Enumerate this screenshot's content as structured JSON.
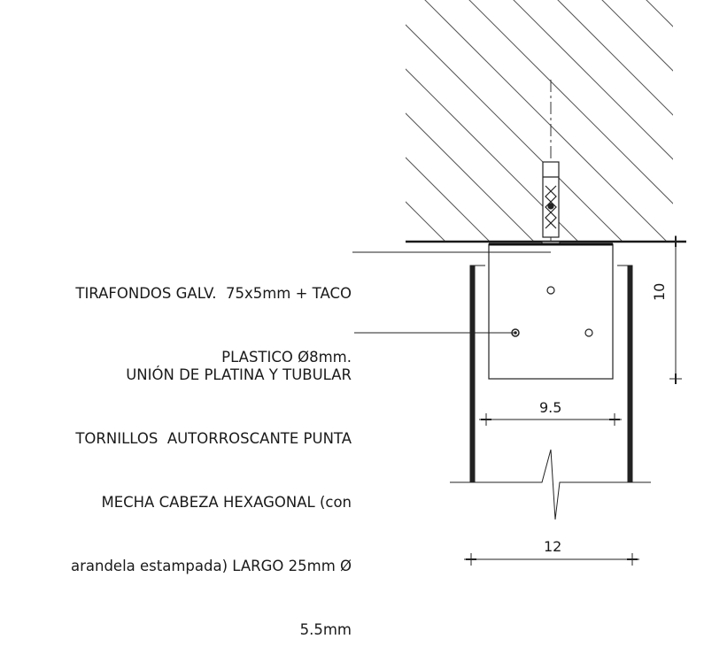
{
  "annotations": {
    "anchor": [
      "TIRAFONDOS GALV.  75x5mm + TACO",
      "PLASTICO Ø8mm."
    ],
    "joint": [
      "UNIÓN DE PLATINA Y TUBULAR",
      "TORNILLOS  AUTORROSCANTE PUNTA",
      "MECHA CABEZA HEXAGONAL (con",
      "arandela estampada) LARGO 25mm Ø",
      "5.5mm"
    ]
  },
  "dimensions": {
    "plate_width": "9.5",
    "tube_width": "12",
    "plate_height": "10"
  }
}
